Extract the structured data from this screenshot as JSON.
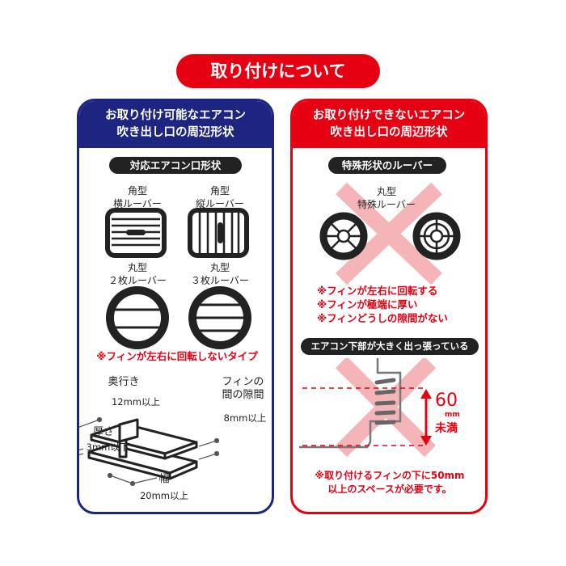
{
  "title": "取り付けについて",
  "ok_panel": {
    "heading": [
      "お取り付け可能なエアコン",
      "吹き出し口の周辺形状"
    ],
    "section": "対応エアコン口形状",
    "shapes": [
      {
        "line1": "角型",
        "line2": "横ルーバー",
        "icon": "square-horizontal-louver-icon"
      },
      {
        "line1": "角型",
        "line2": "縦ルーバー",
        "icon": "square-vertical-louver-icon"
      },
      {
        "line1": "丸型",
        "line2": "２枚ルーバー",
        "icon": "round-2-louver-icon"
      },
      {
        "line1": "丸型",
        "line2": "３枚ルーバー",
        "icon": "round-3-louver-icon"
      }
    ],
    "note": "※フィンが左右に回転しないタイプ",
    "dims": {
      "depth_label": "奥行き",
      "depth_value": "12mm以上",
      "gap_label1": "フィンの",
      "gap_label2": "間の隙間",
      "gap_value": "8mm以上",
      "thick_label": "厚さ",
      "thick_value": "3mm以下",
      "width_label": "幅",
      "width_value": "20mm以上"
    }
  },
  "ng_panel": {
    "heading": [
      "お取り付けできないエアコン",
      "吹き出し口の周辺形状"
    ],
    "section1": "特殊形状のルーバー",
    "special_line1": "丸型",
    "special_line2": "特殊ルーバー",
    "notes": [
      "※フィンが左右に回転する",
      "※フィンが極端に厚い",
      "※フィンどうしの隙間がない"
    ],
    "section2": "エアコン下部が大きく出っ張っている",
    "measure_value": "60",
    "measure_unit": "mm",
    "measure_suffix": "未満",
    "bottom_note": [
      "※取り付けるフィンの下に50mm",
      "以上のスペースが必要です。"
    ]
  },
  "colors": {
    "navy": "#1d2580",
    "red": "#e50012",
    "pink": "#f4b4b8"
  }
}
